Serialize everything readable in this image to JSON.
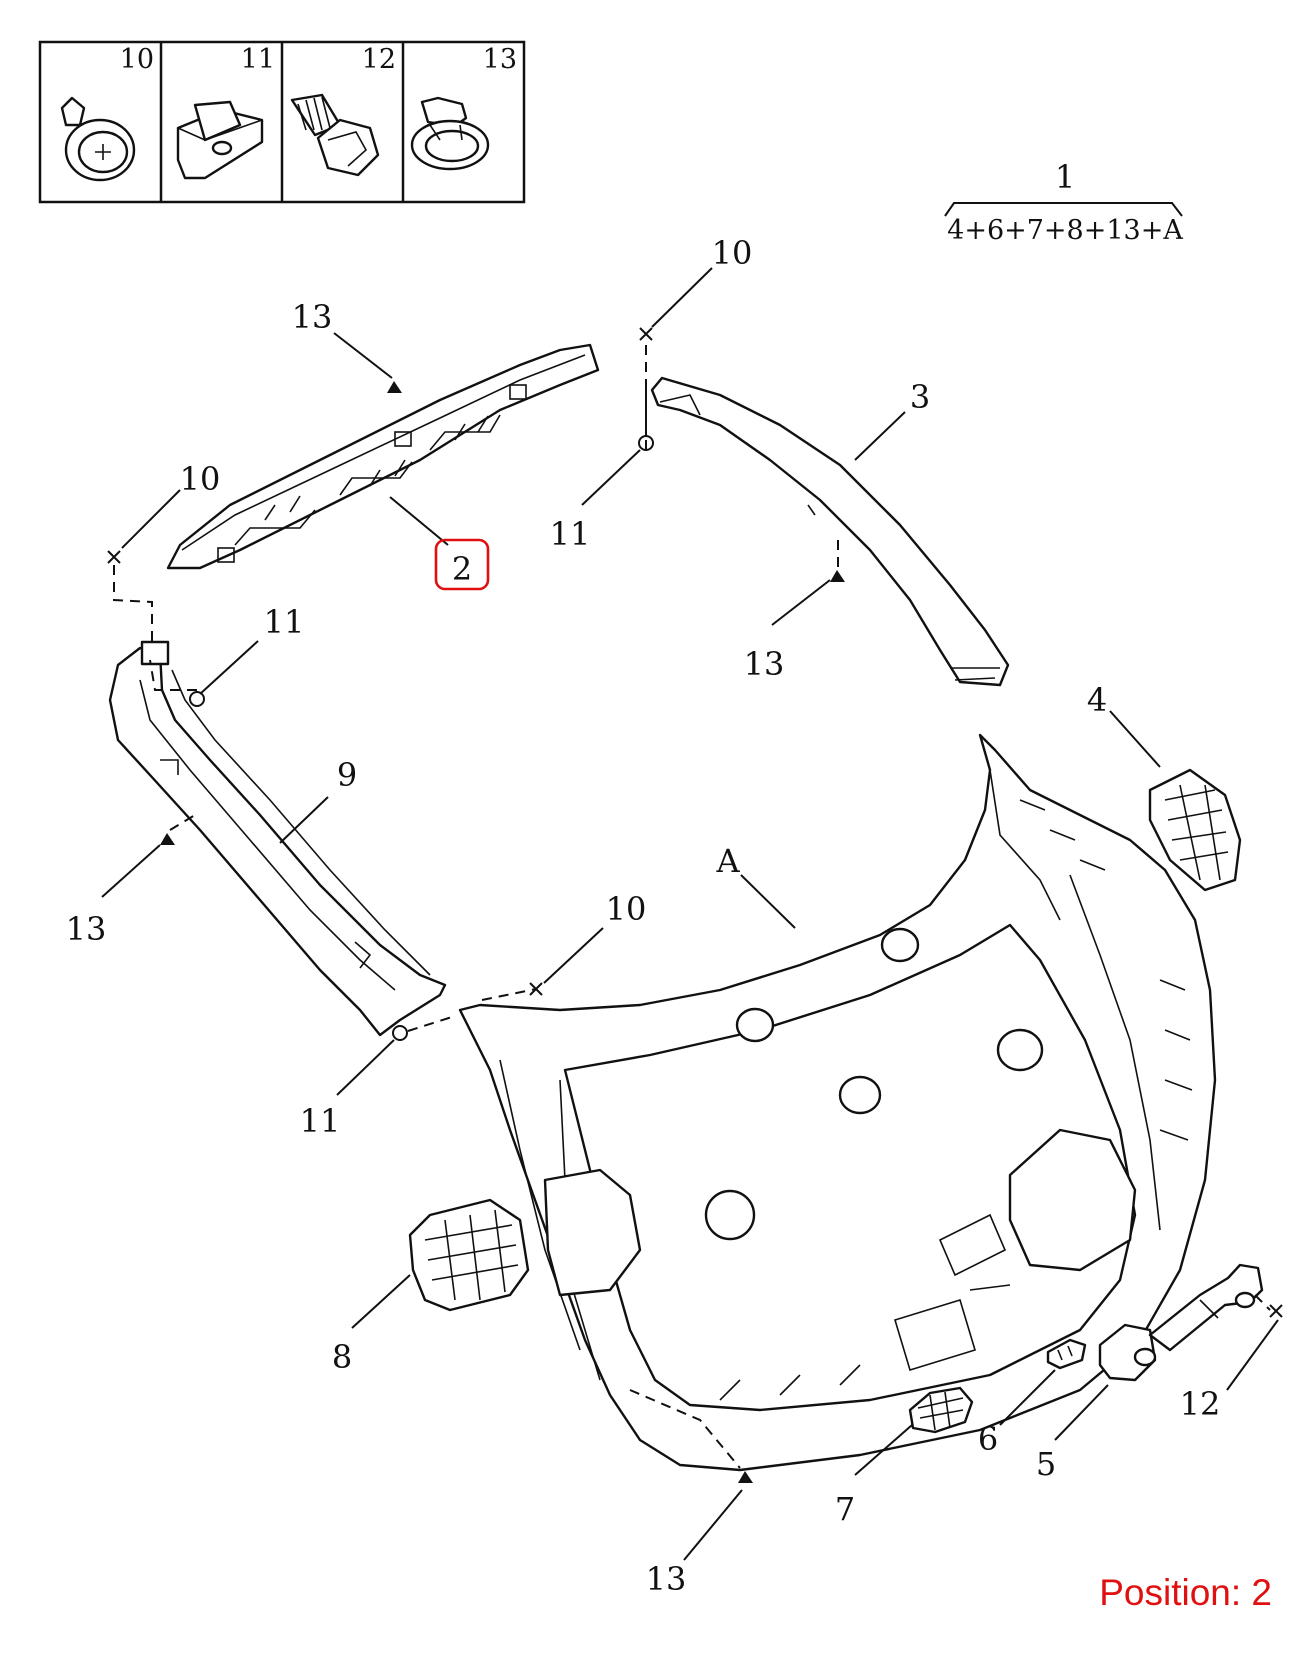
{
  "legend": {
    "cells": [
      {
        "number": "10",
        "icon": "screw-icon"
      },
      {
        "number": "11",
        "icon": "nut-clip-icon"
      },
      {
        "number": "12",
        "icon": "bolt-icon"
      },
      {
        "number": "13",
        "icon": "push-clip-icon"
      }
    ]
  },
  "assembly": {
    "number": "1",
    "contents": "4+6+7+8+13+A"
  },
  "callouts": {
    "l10_top": "10",
    "l13_part2": "13",
    "l10_left": "10",
    "l2": "2",
    "l3": "3",
    "l11_top": "11",
    "l13_right": "13",
    "l11_left": "11",
    "l9": "9",
    "l13_left": "13",
    "l4": "4",
    "lA": "A",
    "l10_mid": "10",
    "l11_bottom": "11",
    "l8": "8",
    "l6": "6",
    "l5": "5",
    "l12": "12",
    "l7": "7",
    "l13_bottom": "13"
  },
  "highlight": {
    "part": "2",
    "color": "#e01010"
  },
  "position_label": "Position: 2"
}
